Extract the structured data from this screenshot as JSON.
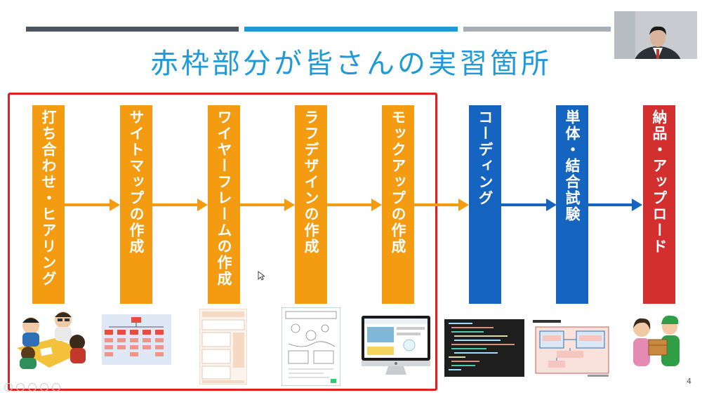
{
  "title": "赤枠部分が皆さんの実習箇所",
  "page_number": "4",
  "steps": [
    {
      "label": "打ち合わせ・ヒアリング",
      "color": "#f39c12"
    },
    {
      "label": "サイトマップの作成",
      "color": "#f39c12"
    },
    {
      "label": "ワイヤーフレームの作成",
      "color": "#f39c12"
    },
    {
      "label": "ラフデザインの作成",
      "color": "#f39c12"
    },
    {
      "label": "モックアップの作成",
      "color": "#f39c12"
    },
    {
      "label": "コーディング",
      "color": "#1565c0"
    },
    {
      "label": "単体・結合試験",
      "color": "#1565c0"
    },
    {
      "label": "納品・アップロード",
      "color": "#d32f2f"
    }
  ],
  "colors": {
    "orange": "#f39c12",
    "blue": "#1565c0",
    "red": "#d32f2f",
    "title": "#1f9ad8",
    "frame": "#e02020",
    "bar_dark": "#4a5560",
    "bar_blue": "#1f9ad8",
    "bar_gray": "#a9b0b5"
  }
}
